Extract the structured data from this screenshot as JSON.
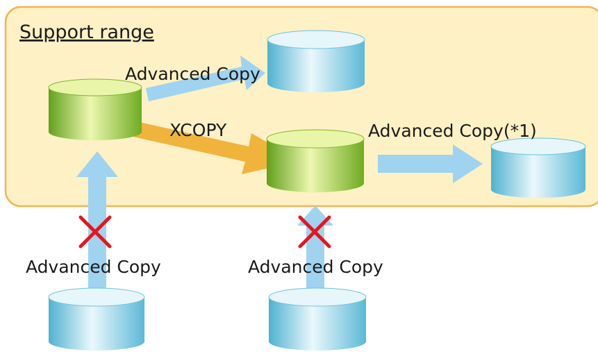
{
  "diagram": {
    "title": "Support range",
    "labels": {
      "advanced_copy_top": "Advanced Copy",
      "xcopy": "XCOPY",
      "advanced_copy_right": "Advanced Copy(*1)",
      "advanced_copy_bottom_left": "Advanced Copy",
      "advanced_copy_bottom_middle": "Advanced Copy"
    },
    "colors": {
      "support_fill": "#fdf1c5",
      "support_border": "#f2b352",
      "blue_arrow": "#9fd3f0",
      "xcopy_arrow": "#f0b43c",
      "cross": "#e8141c",
      "blue_disk_light": "#e6f6fb",
      "blue_disk_dark": "#56b6d4",
      "green_disk_light": "#e9f5a8",
      "green_disk_dark": "#6aa51f"
    },
    "disks": [
      {
        "id": "source",
        "color": "green"
      },
      {
        "id": "advanced-copy-target",
        "color": "blue"
      },
      {
        "id": "xcopy-target",
        "color": "green"
      },
      {
        "id": "advanced-copy-chained-target",
        "color": "blue"
      },
      {
        "id": "bottom-left-volume",
        "color": "blue"
      },
      {
        "id": "bottom-middle-volume",
        "color": "blue"
      }
    ]
  }
}
